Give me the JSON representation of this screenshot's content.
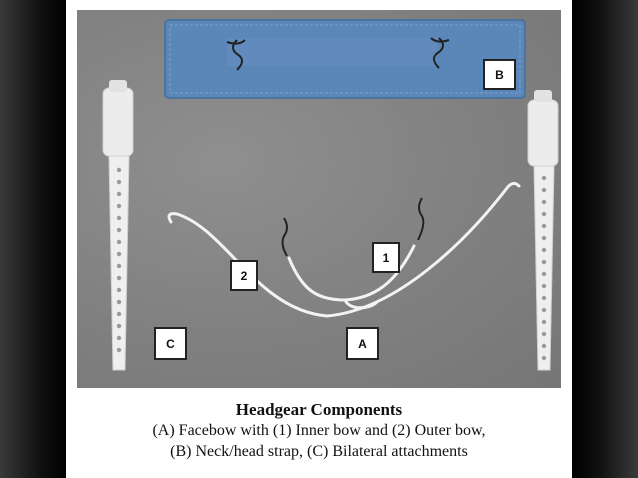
{
  "photo": {
    "labels": {
      "A": "A",
      "B": "B",
      "C": "C",
      "one": "1",
      "two": "2"
    }
  },
  "caption": {
    "title": "Headgear Components",
    "line1": "(A) Facebow with (1) Inner bow and (2) Outer bow,",
    "line2": "(B) Neck/head strap, (C) Bilateral attachments"
  },
  "colors": {
    "strap": "#5b86b8",
    "background": "#808080",
    "bow": "#f2f2f2"
  }
}
